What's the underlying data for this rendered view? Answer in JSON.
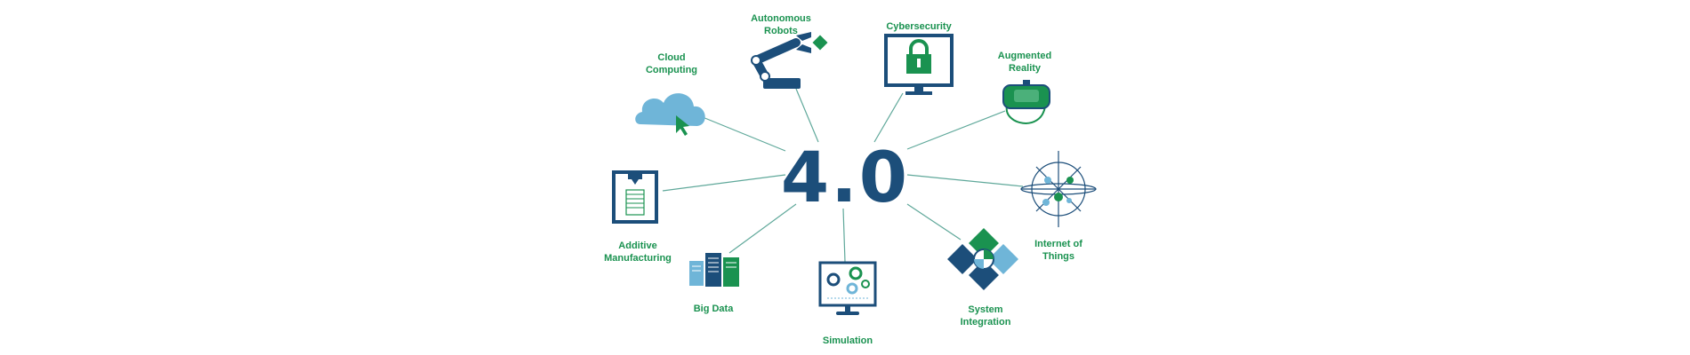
{
  "center_label": "4.0",
  "colors": {
    "navy": "#1c4e7a",
    "green": "#1a9250",
    "light_blue": "#6fb5d8",
    "line": "#5fa89a"
  },
  "nodes": [
    {
      "id": "cloud-computing",
      "label_lines": [
        "Cloud",
        "Computing"
      ],
      "icon": "cloud-icon"
    },
    {
      "id": "autonomous-robots",
      "label_lines": [
        "Autonomous",
        "Robots"
      ],
      "icon": "robot-arm-icon"
    },
    {
      "id": "cybersecurity",
      "label_lines": [
        "Cybersecurity"
      ],
      "icon": "lock-monitor-icon"
    },
    {
      "id": "augmented-reality",
      "label_lines": [
        "Augmented",
        "Reality"
      ],
      "icon": "vr-headset-icon"
    },
    {
      "id": "internet-of-things",
      "label_lines": [
        "Internet of",
        "Things"
      ],
      "icon": "network-globe-icon"
    },
    {
      "id": "system-integration",
      "label_lines": [
        "System",
        "Integration"
      ],
      "icon": "puzzle-icon"
    },
    {
      "id": "simulation",
      "label_lines": [
        "Simulation"
      ],
      "icon": "gears-monitor-icon"
    },
    {
      "id": "big-data",
      "label_lines": [
        "Big Data"
      ],
      "icon": "servers-icon"
    },
    {
      "id": "additive-manufacturing",
      "label_lines": [
        "Additive",
        "Manufacturing"
      ],
      "icon": "3d-printer-icon"
    }
  ]
}
